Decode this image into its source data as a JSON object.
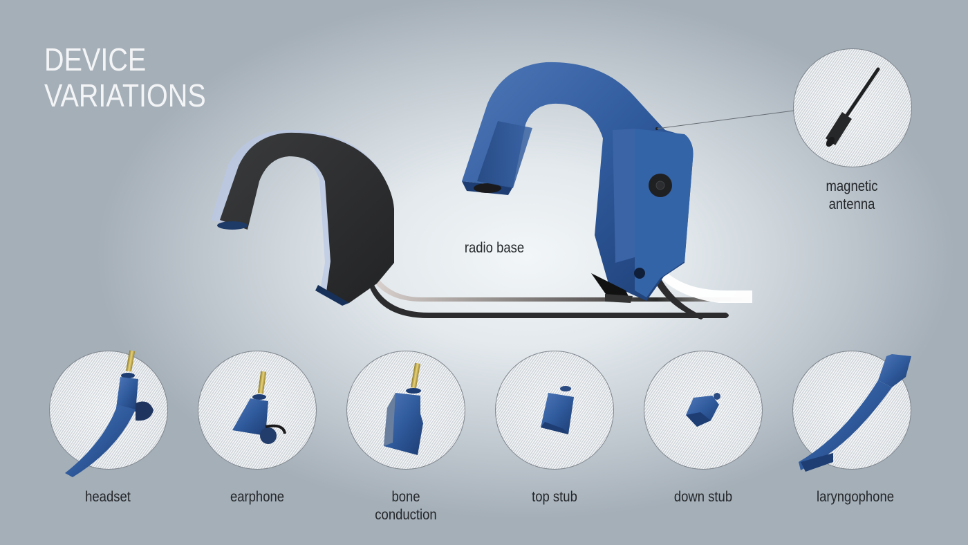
{
  "title": {
    "line1": "DEVICE",
    "line2": "VARIATIONS"
  },
  "main": {
    "radio_base_label": "radio base",
    "antenna": {
      "label_line1": "magnetic",
      "label_line2": "antenna",
      "icon": "antenna-icon"
    }
  },
  "variations": [
    {
      "label": "headset",
      "icon": "headset-module-icon"
    },
    {
      "label": "earphone",
      "icon": "earphone-module-icon"
    },
    {
      "label_line1": "bone",
      "label_line2": "conduction",
      "icon": "bone-conduction-module-icon"
    },
    {
      "label": "top stub",
      "icon": "top-stub-icon"
    },
    {
      "label": "down stub",
      "icon": "down-stub-icon"
    },
    {
      "label": "laryngophone",
      "icon": "laryngophone-module-icon"
    }
  ],
  "colors": {
    "device_blue": "#2f5a9c",
    "device_black": "#2e2f31",
    "title_white": "#f3f4f6",
    "label_text": "#232629",
    "gold_jack": "#c9b24a"
  }
}
